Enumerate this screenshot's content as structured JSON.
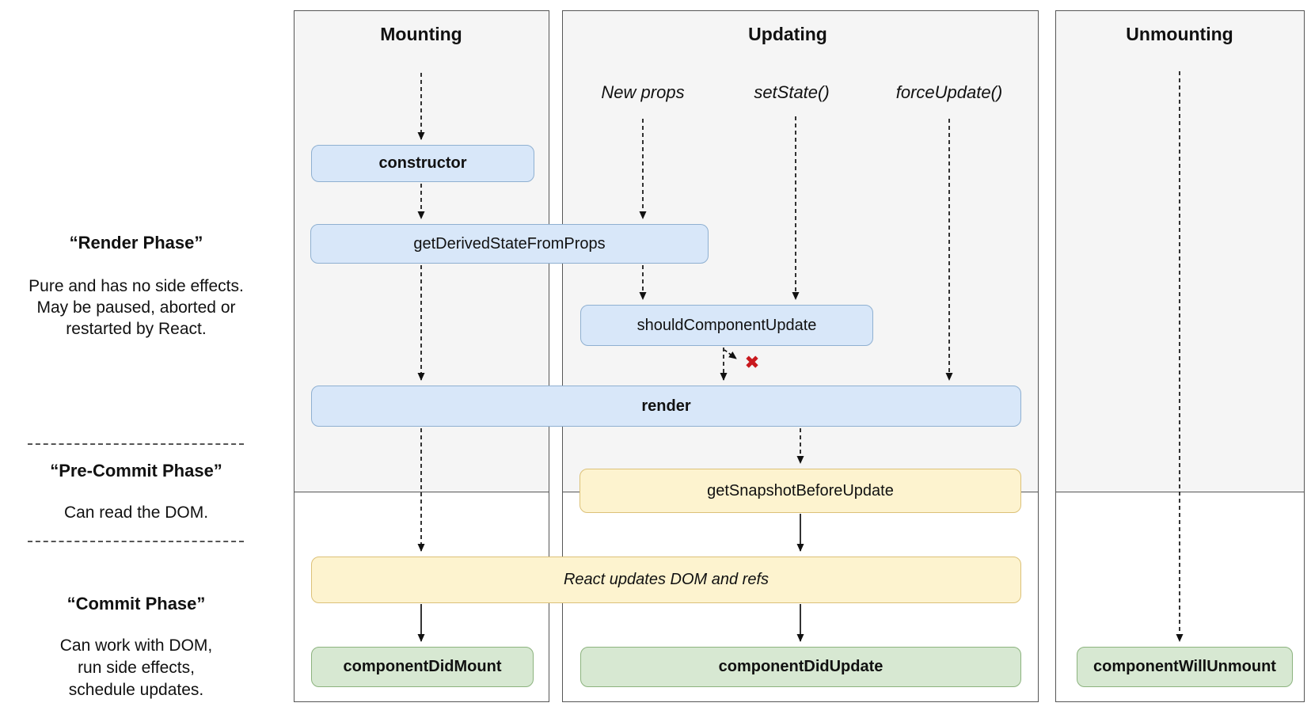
{
  "sidebar": {
    "render_phase": {
      "title": "“Render Phase”",
      "line1": "Pure and has no side effects.",
      "line2": "May be paused, aborted or",
      "line3": "restarted by React."
    },
    "pre_commit_phase": {
      "title": "“Pre-Commit Phase”",
      "line1": "Can read the DOM."
    },
    "commit_phase": {
      "title": "“Commit Phase”",
      "line1": "Can work with DOM,",
      "line2": "run side effects,",
      "line3": "schedule updates."
    }
  },
  "columns": {
    "mounting": {
      "title": "Mounting"
    },
    "updating": {
      "title": "Updating",
      "trigger_new_props": "New props",
      "trigger_set_state": "setState()",
      "trigger_force_update": "forceUpdate()"
    },
    "unmounting": {
      "title": "Unmounting"
    }
  },
  "nodes": {
    "constructor": "constructor",
    "get_derived_state_from_props": "getDerivedStateFromProps",
    "should_component_update": "shouldComponentUpdate",
    "render": "render",
    "get_snapshot_before_update": "getSnapshotBeforeUpdate",
    "react_updates_dom": "React updates DOM and refs",
    "component_did_mount": "componentDidMount",
    "component_did_update": "componentDidUpdate",
    "component_will_unmount": "componentWillUnmount"
  },
  "icons": {
    "reject_x": "✖"
  },
  "colors": {
    "node_blue_fill": "#d8e7f9",
    "node_blue_border": "#8fb0d1",
    "node_yellow_fill": "#fdf3cf",
    "node_yellow_border": "#dcc178",
    "node_green_fill": "#d7e8d2",
    "node_green_border": "#8cb37e",
    "panel_fill": "#f5f5f5",
    "panel_border": "#565656",
    "reject_x_color": "#c9191e",
    "arrow_color": "#111111"
  }
}
